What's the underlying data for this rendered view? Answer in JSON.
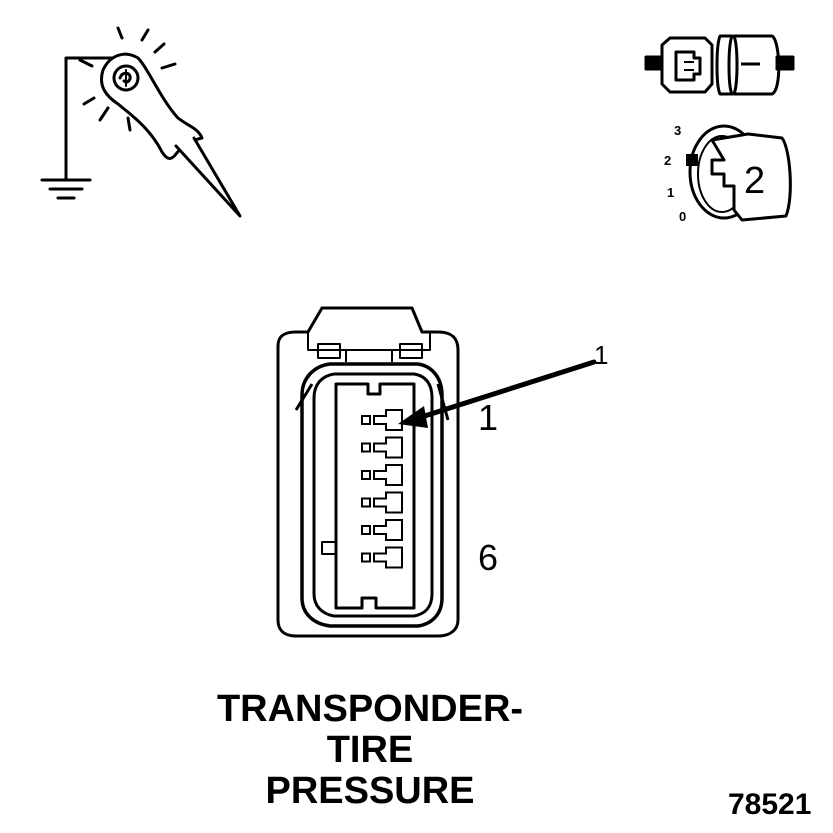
{
  "diagram": {
    "connector": {
      "callout_label": "1",
      "pin_labels": {
        "first": "1",
        "last": "6"
      },
      "pin_count": 6
    },
    "ignition_key": {
      "scale_marks": [
        "3",
        "2",
        "1",
        "0"
      ],
      "position": "2"
    },
    "caption": {
      "line1": "TRANSPONDER-",
      "line2": "TIRE",
      "line3": "PRESSURE"
    },
    "figure_number": "78521",
    "icons": [
      "test-probe-ground-icon",
      "disconnected-connector-icon",
      "ignition-key-icon"
    ],
    "colors": {
      "line": "#000000",
      "background": "#ffffff"
    }
  }
}
